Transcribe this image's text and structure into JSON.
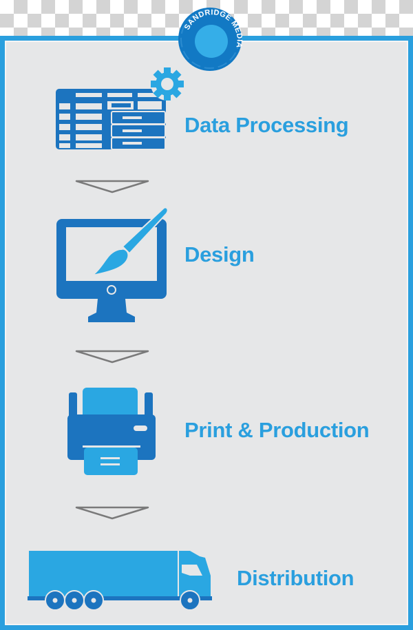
{
  "logo": {
    "text": "SANDRIDGE MEDIA"
  },
  "steps": [
    {
      "label": "Data Processing",
      "icon": "spreadsheet-gear-icon"
    },
    {
      "label": "Design",
      "icon": "monitor-paintbrush-icon"
    },
    {
      "label": "Print & Production",
      "icon": "printer-icon"
    },
    {
      "label": "Distribution",
      "icon": "delivery-truck-icon"
    }
  ],
  "colors": {
    "frame": "#2a9fde",
    "background": "#e6e7e8",
    "dark_blue": "#0f6fb8",
    "light_blue": "#2aa7e2",
    "text": "#2a9fde"
  }
}
